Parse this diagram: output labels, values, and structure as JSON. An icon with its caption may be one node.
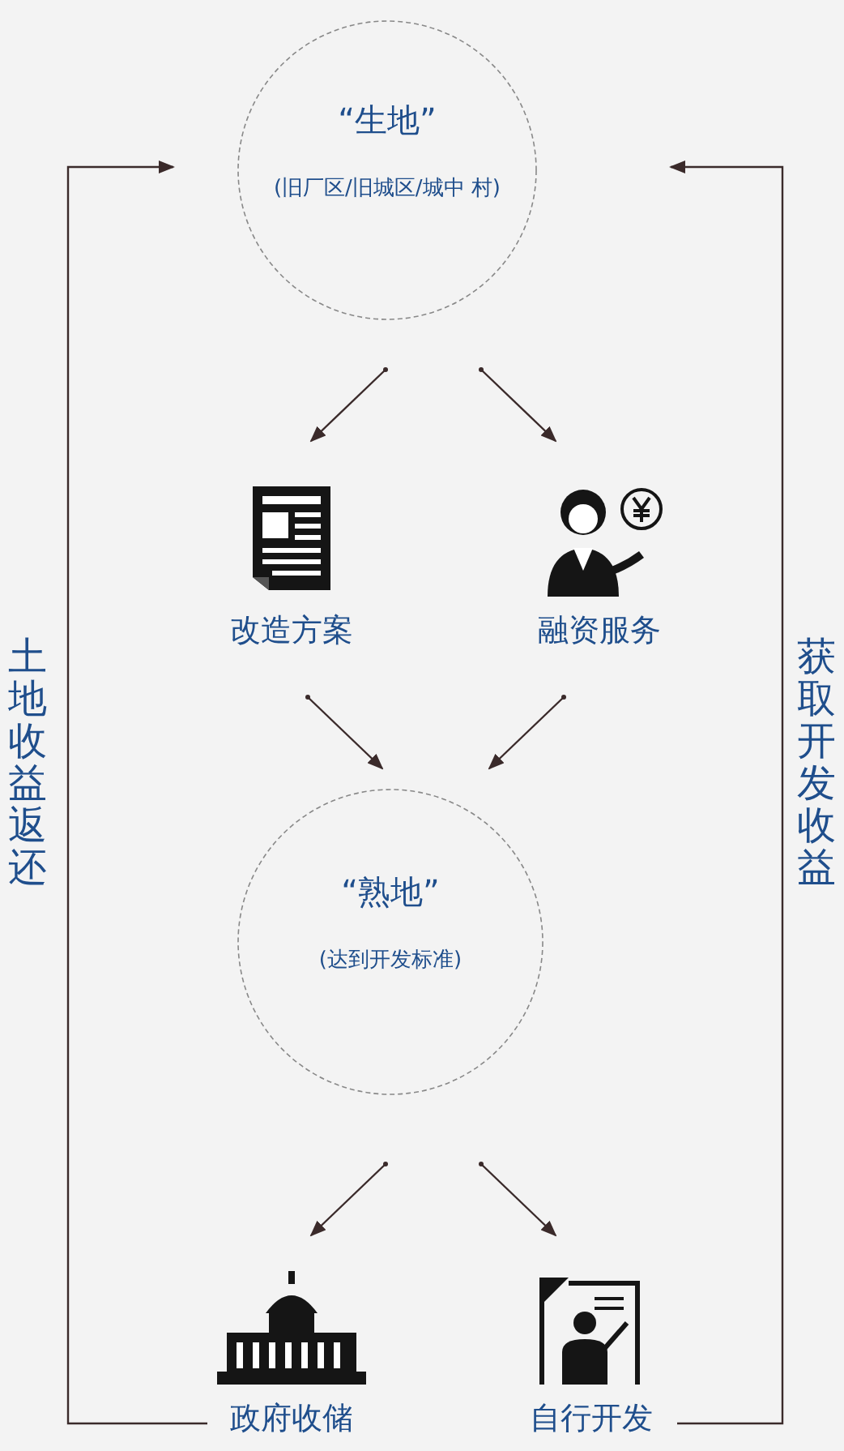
{
  "diagram": {
    "nodes": [
      {
        "text": [
          "“生地”",
          "(旧厂区/旧城区/城中 村)"
        ]
      },
      {
        "text": [
          "改造方案"
        ]
      },
      {
        "text": [
          "融资服务"
        ]
      },
      {
        "text": [
          "“熟地”",
          "(达到开发标准)"
        ]
      },
      {
        "text": [
          "政府收储"
        ]
      },
      {
        "text": [
          "自行开发"
        ]
      }
    ],
    "edges": [
      {
        "from": 0,
        "to": 1,
        "arrow": "to"
      },
      {
        "from": 0,
        "to": 2,
        "arrow": "to"
      },
      {
        "from": 1,
        "to": 3,
        "arrow": "to"
      },
      {
        "from": 2,
        "to": 3,
        "arrow": "to"
      },
      {
        "from": 3,
        "to": 4,
        "arrow": "to"
      },
      {
        "from": 3,
        "to": 5,
        "arrow": "to"
      },
      {
        "from": 4,
        "to": 0,
        "arrow": "to",
        "label": "土地收益返还"
      },
      {
        "from": 5,
        "to": 0,
        "arrow": "to",
        "label": "获取开发收益"
      }
    ]
  }
}
